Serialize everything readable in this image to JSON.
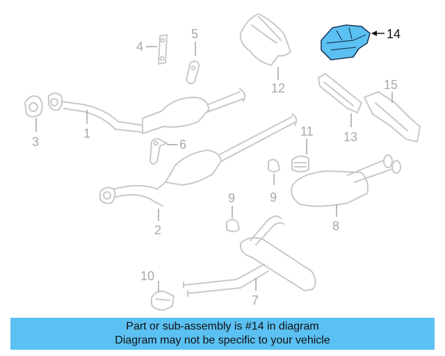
{
  "callouts": {
    "c1": "1",
    "c2": "2",
    "c3": "3",
    "c4": "4",
    "c5": "5",
    "c6": "6",
    "c7": "7",
    "c8": "8",
    "c9a": "9",
    "c9b": "9",
    "c10": "10",
    "c11": "11",
    "c12": "12",
    "c13": "13",
    "c14": "14",
    "c15": "15"
  },
  "highlight": {
    "part_number": "14",
    "color": "#5bc0f2"
  },
  "banner": {
    "line1": "Part or sub-assembly is #14 in diagram",
    "line2": "Diagram may not be specific to your vehicle",
    "color": "#5bc0f2"
  }
}
